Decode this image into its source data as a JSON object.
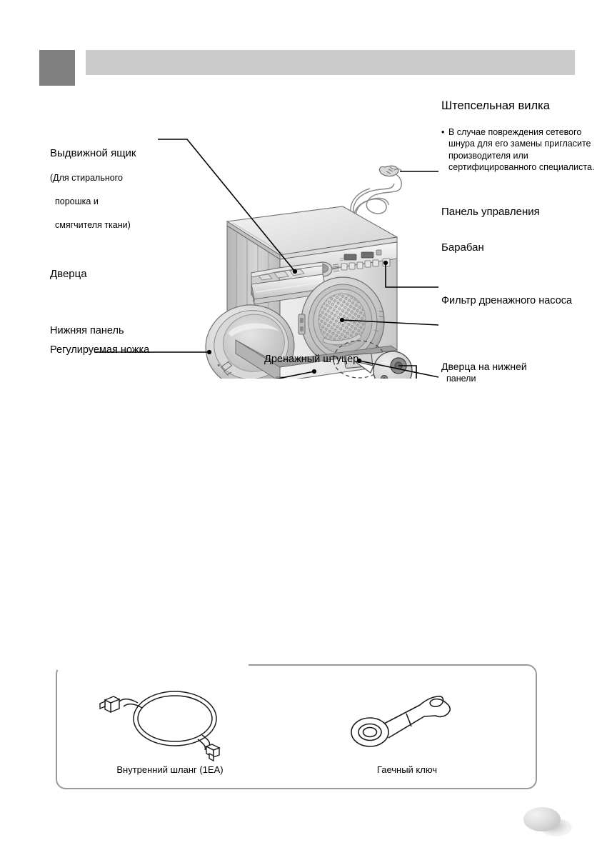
{
  "header": {
    "tab_label": "",
    "title": ""
  },
  "diagram": {
    "title": "",
    "subject": "front-loading washing machine, exploded parts view",
    "callouts": [
      {
        "id": "plug",
        "heading": "Штепсельная вилка",
        "note": "В случае повреждения сетевого шнура для его замены пригласите производителя или сертифицированного специалиста.",
        "side": "right"
      },
      {
        "id": "control-panel",
        "heading": "Панель управления",
        "side": "right"
      },
      {
        "id": "drum",
        "heading": "Барабан",
        "side": "right"
      },
      {
        "id": "drain-pump-filter",
        "heading": "Фильтр дренажного насоса",
        "side": "right"
      },
      {
        "id": "bottom-panel-door",
        "heading": "Дверца на нижней",
        "sub": "панели",
        "side": "right"
      },
      {
        "id": "detergent-drawer",
        "heading": "Выдвижной ящик",
        "sub_lines": [
          "(Для стирального",
          "порошка и",
          "смягчителя ткани)"
        ],
        "side": "left"
      },
      {
        "id": "door",
        "heading": "Дверца",
        "side": "left"
      },
      {
        "id": "bottom-panel",
        "heading": "Нижняя панель",
        "side": "left"
      },
      {
        "id": "adjustable-foot",
        "heading": "Регулируемая ножка",
        "side": "left"
      },
      {
        "id": "drain-plug",
        "heading": "Дренажный штуцер",
        "side": "bottom"
      }
    ]
  },
  "accessories": {
    "box_title": "",
    "items": [
      {
        "id": "inlet-hose",
        "caption": "Внутренний шланг (1EA)",
        "art": "hose-coil-icon"
      },
      {
        "id": "spanner",
        "caption": "Гаечный ключ",
        "art": "wrench-icon"
      }
    ]
  },
  "page_marker": {
    "number": ""
  },
  "colors": {
    "header_bar": "#cccccc",
    "header_tab": "#808080",
    "box_border": "#9a9a9a",
    "line": "#000000",
    "body_light": "#e8e8e8",
    "body_mid": "#c9c9c9",
    "body_dark": "#a6a6a6"
  }
}
